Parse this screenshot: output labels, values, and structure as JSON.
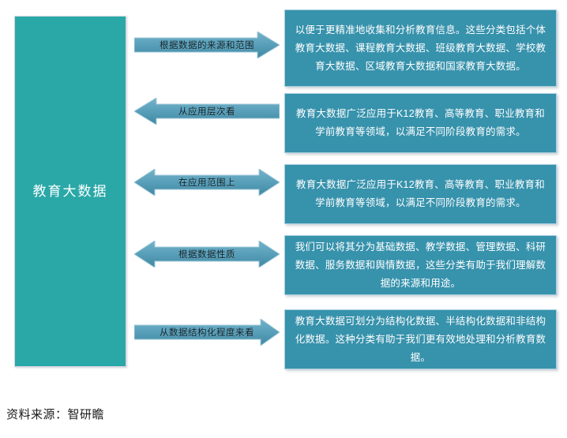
{
  "figure": {
    "main_panel": {
      "label": "教育大数据"
    },
    "colors": {
      "main_panel_fill": "#2aa8a8",
      "arrow_fill": "#4e97b4",
      "desc_box_fill": "#3792ac",
      "desc_box_border": "#a8cfe0",
      "background": "#ffffff"
    },
    "rows": [
      {
        "arrow_label": "根据数据的来源和范围",
        "arrow_direction": "right",
        "description": "以便于更精准地收集和分析教育信息。这些分类包括个体教育大数据、课程教育大数据、班级教育大数据、学校教育大数据、区域教育大数据和国家教育大数据。"
      },
      {
        "arrow_label": "从应用层次看",
        "arrow_direction": "left",
        "description": "教育大数据广泛应用于K12教育、高等教育、职业教育和学前教育等领域，以满足不同阶段教育的需求。"
      },
      {
        "arrow_label": "在应用范围上",
        "arrow_direction": "both",
        "description": "教育大数据广泛应用于K12教育、高等教育、职业教育和学前教育等领域，以满足不同阶段教育的需求。"
      },
      {
        "arrow_label": "根据数据性质",
        "arrow_direction": "both",
        "description": "我们可以将其分为基础数据、教学数据、管理数据、科研数据、服务数据和舆情数据，这些分类有助于我们理解数据的来源和用途。"
      },
      {
        "arrow_label": "从数据结构化程度来看",
        "arrow_direction": "right",
        "description": "教育大数据可划分为结构化数据、半结构化数据和非结构化数据。这种分类有助于我们更有效地处理和分析教育数据。"
      }
    ],
    "source_note": "资料来源：智研瞻"
  }
}
